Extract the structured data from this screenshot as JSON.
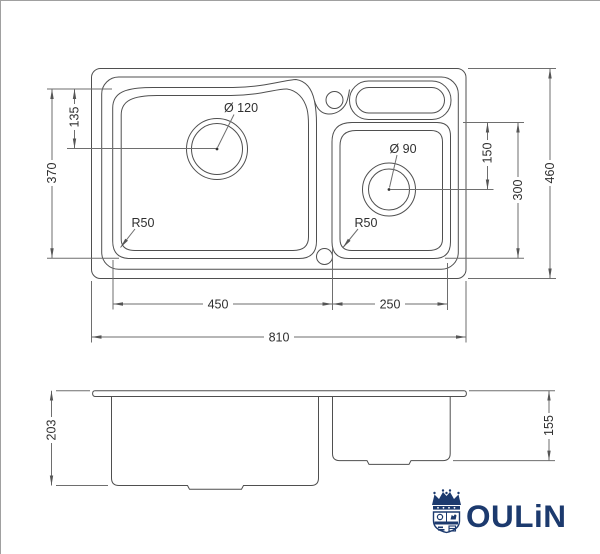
{
  "top_view": {
    "overall_width_label": "810",
    "overall_depth_label": "460",
    "main_bowl_width_label": "450",
    "small_bowl_width_label": "250",
    "main_bowl_length_label": "370",
    "main_drain_offset_label": "135",
    "small_drain_offset_label": "150",
    "small_bowl_length_label": "300",
    "main_drain_diameter_label": "Ø 120",
    "small_drain_diameter_label": "Ø 90",
    "main_bowl_radius_label": "R50",
    "small_bowl_radius_label": "R50"
  },
  "side_view": {
    "main_bowl_depth_label": "203",
    "small_bowl_depth_label": "155"
  },
  "logo": {
    "brand": "OULiN"
  },
  "colors": {
    "object_line": "#4f4f4f",
    "dimension_line": "#6e6e6e",
    "text": "#2f2f2f",
    "brand_navy": "#1c3a6e",
    "frame": "#a0a0a0"
  }
}
